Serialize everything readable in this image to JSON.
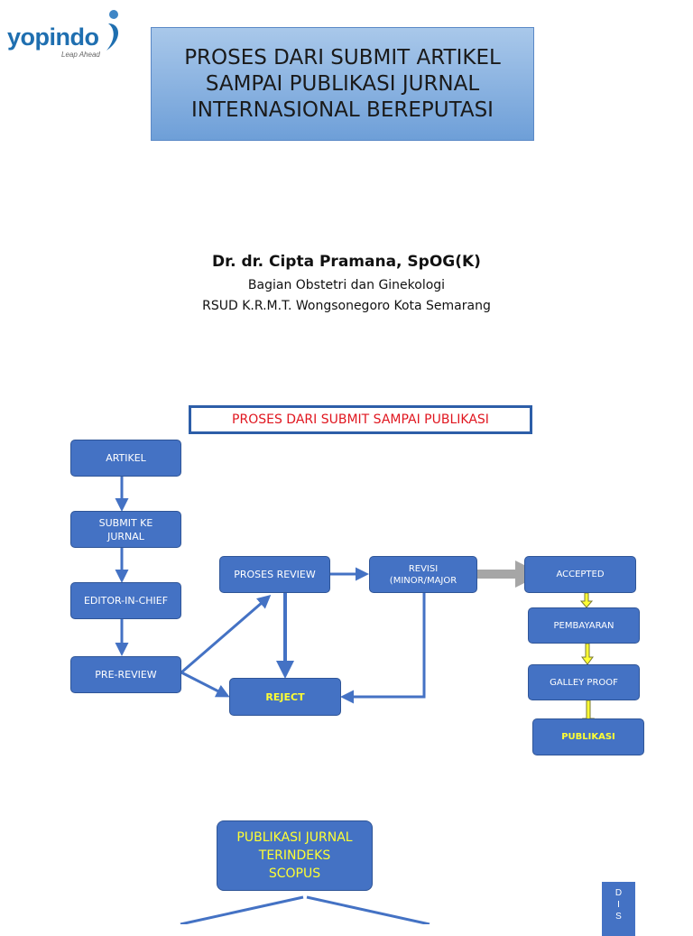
{
  "logo": {
    "name": "yopindo",
    "tagline": "Leap Ahead"
  },
  "title": [
    "PROSES DARI SUBMIT ARTIKEL",
    "SAMPAI PUBLIKASI JURNAL",
    "INTERNASIONAL BEREPUTASI"
  ],
  "author": {
    "name": "Dr. dr. Cipta Pramana, SpOG(K)",
    "department": "Bagian Obstetri dan Ginekologi",
    "hospital": "RSUD K.R.M.T. Wongsonegoro Kota Semarang"
  },
  "flowchart": {
    "title": "PROSES DARI SUBMIT SAMPAI PUBLIKASI",
    "nodes": {
      "artikel": "ARTIKEL",
      "submit": [
        "SUBMIT KE",
        "JURNAL"
      ],
      "editor": "EDITOR-IN-CHIEF",
      "prereview": "PRE-REVIEW",
      "proses_review": "PROSES REVIEW",
      "reject": "REJECT",
      "revisi": [
        "REVISI",
        "(MINOR/MAJOR"
      ],
      "accepted": "ACCEPTED",
      "pembayaran": "PEMBAYARAN",
      "galley": "GALLEY PROOF",
      "publikasi": "PUBLIKASI"
    }
  },
  "scopus": [
    "PUBLIKASI JURNAL",
    "TERINDEKS",
    "SCOPUS"
  ],
  "side_box": [
    "D",
    "I",
    "S"
  ],
  "colors": {
    "node_blue": "#4472c4",
    "title_red": "#e0161f",
    "highlight_yellow": "#ffff33"
  }
}
